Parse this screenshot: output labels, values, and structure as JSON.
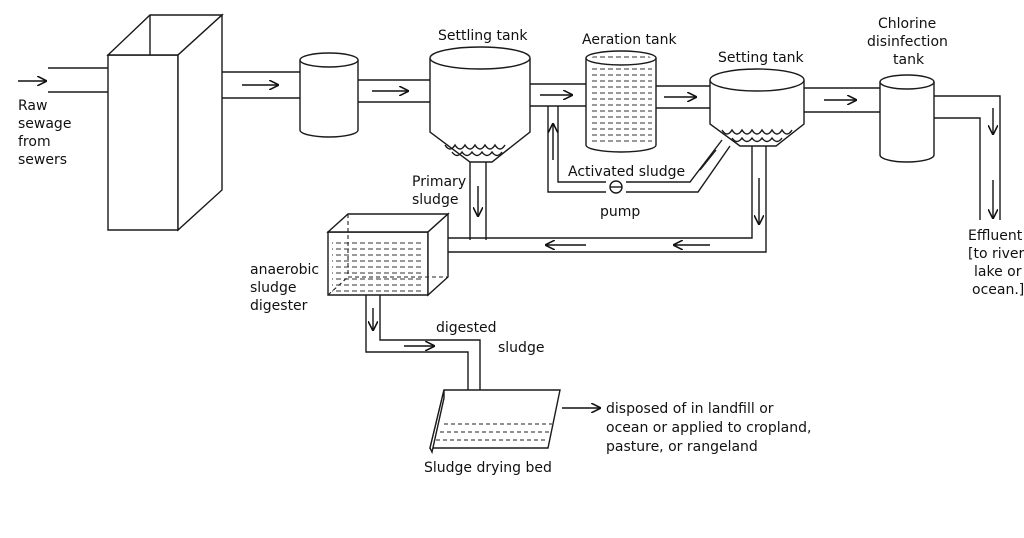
{
  "labels": {
    "raw_sewage": [
      "Raw",
      "sewage",
      "from",
      "sewers"
    ],
    "settling_tank": "Settling tank",
    "aeration_tank": "Aeration tank",
    "setting_tank": "Setting tank",
    "chlorine_tank": [
      "Chlorine",
      "disinfection",
      "tank"
    ],
    "primary_sludge": [
      "Primary",
      "sludge"
    ],
    "activated_sludge": "Activated sludge",
    "pump": "pump",
    "effluent": [
      "Effluent",
      "[to river,",
      "lake or",
      "ocean.]"
    ],
    "anaerobic_digester": [
      "anaerobic",
      "sludge",
      "digester"
    ],
    "digested_sludge": [
      "digested",
      "sludge"
    ],
    "sludge_drying_bed": "Sludge drying bed",
    "disposal": [
      "disposed of in landfill or",
      "ocean or applied to cropland,",
      "pasture, or rangeland"
    ]
  }
}
